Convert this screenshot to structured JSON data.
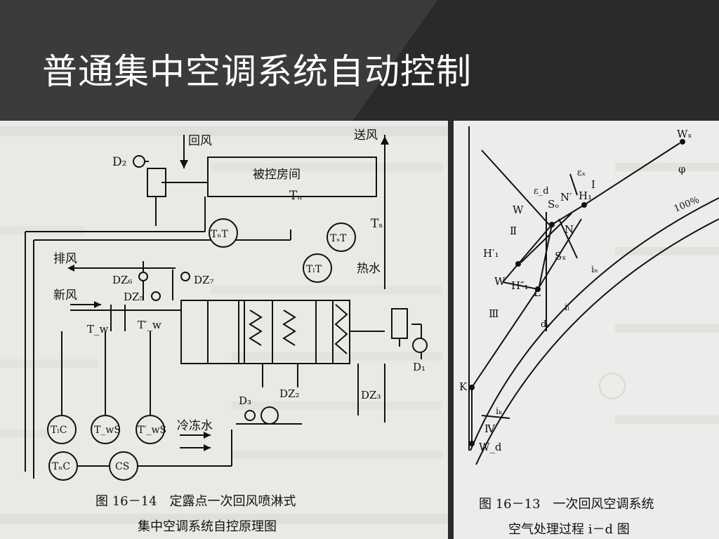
{
  "slide": {
    "title": "普通集中空调系统自动控制"
  },
  "left_figure": {
    "labels": {
      "return_air": "回风",
      "supply_air": "送风",
      "room": "被控房间",
      "exhaust": "排风",
      "fresh_air": "新风",
      "hot_water": "热水",
      "chilled_water": "冷冻水",
      "D2": "D₂",
      "D1": "D₁",
      "D3": "D₃",
      "Tn": "Tₙ",
      "Ts": "Tₛ",
      "Tw": "T_w",
      "Tw_prime": "T′_w",
      "TnT": "TₙT",
      "TsT": "TₛT",
      "TlT": "TₗT",
      "DZ6": "DZ₆",
      "DZ7": "DZ₇",
      "DZ5": "DZ₅",
      "DZ2": "DZ₂",
      "DZ3": "DZ₃",
      "TlC": "TₗC",
      "TwS": "T_wS",
      "Tw_prime_S": "T′_wS",
      "TnC": "TₙC",
      "CS": "CS"
    },
    "caption_line1": "图 16－14　定露点一次回风喷淋式",
    "caption_line2": "集中空调系统自控原理图"
  },
  "right_figure": {
    "labels": {
      "Wx": "Wₓ",
      "phi": "φ",
      "I": "Ⅰ",
      "II": "Ⅱ",
      "III": "Ⅲ",
      "IV": "Ⅳ",
      "rh100": "100％",
      "eps_x": "εₓ",
      "eps_d": "ε_d",
      "N_prime": "N′",
      "H1": "H₁",
      "So": "Sₒ",
      "N": "N",
      "W1": "W",
      "H1_prime": "H′₁",
      "Sx": "Sₓ",
      "in": "iₙ",
      "W2": "W",
      "H1_dprime": "H″₁",
      "L": "L",
      "il": "iₗ",
      "ds": "dₛ",
      "K": "K",
      "ik": "iₖ",
      "Wd": "W_d"
    },
    "caption_line1": "图 16－13　一次回风空调系统",
    "caption_line2": "空气处理过程 i－d 图"
  }
}
